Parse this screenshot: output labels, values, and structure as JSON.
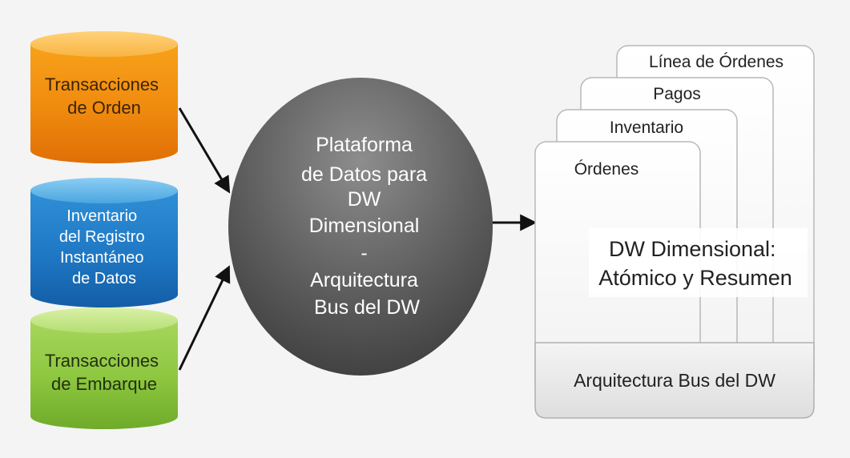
{
  "sources": [
    {
      "lines": [
        "Transacciones",
        "de Orden"
      ],
      "color": "#f08a0e"
    },
    {
      "lines": [
        "Inventario",
        "del Registro",
        "Instantáneo",
        "de Datos"
      ],
      "color": "#1f78c4"
    },
    {
      "lines": [
        "Transacciones",
        "de Embarque"
      ],
      "color": "#8cc63e"
    }
  ],
  "platform": {
    "lines": [
      "Plataforma",
      "de Datos para",
      "DW",
      "Dimensional",
      "-",
      "Arquitectura",
      "Bus del DW"
    ]
  },
  "stack": {
    "cards": [
      "Línea de Órdenes",
      "Pagos",
      "Inventario",
      "Órdenes"
    ],
    "main_lines": [
      "DW Dimensional:",
      "Atómico y Resumen"
    ],
    "bus_label": "Arquitectura Bus del DW"
  }
}
